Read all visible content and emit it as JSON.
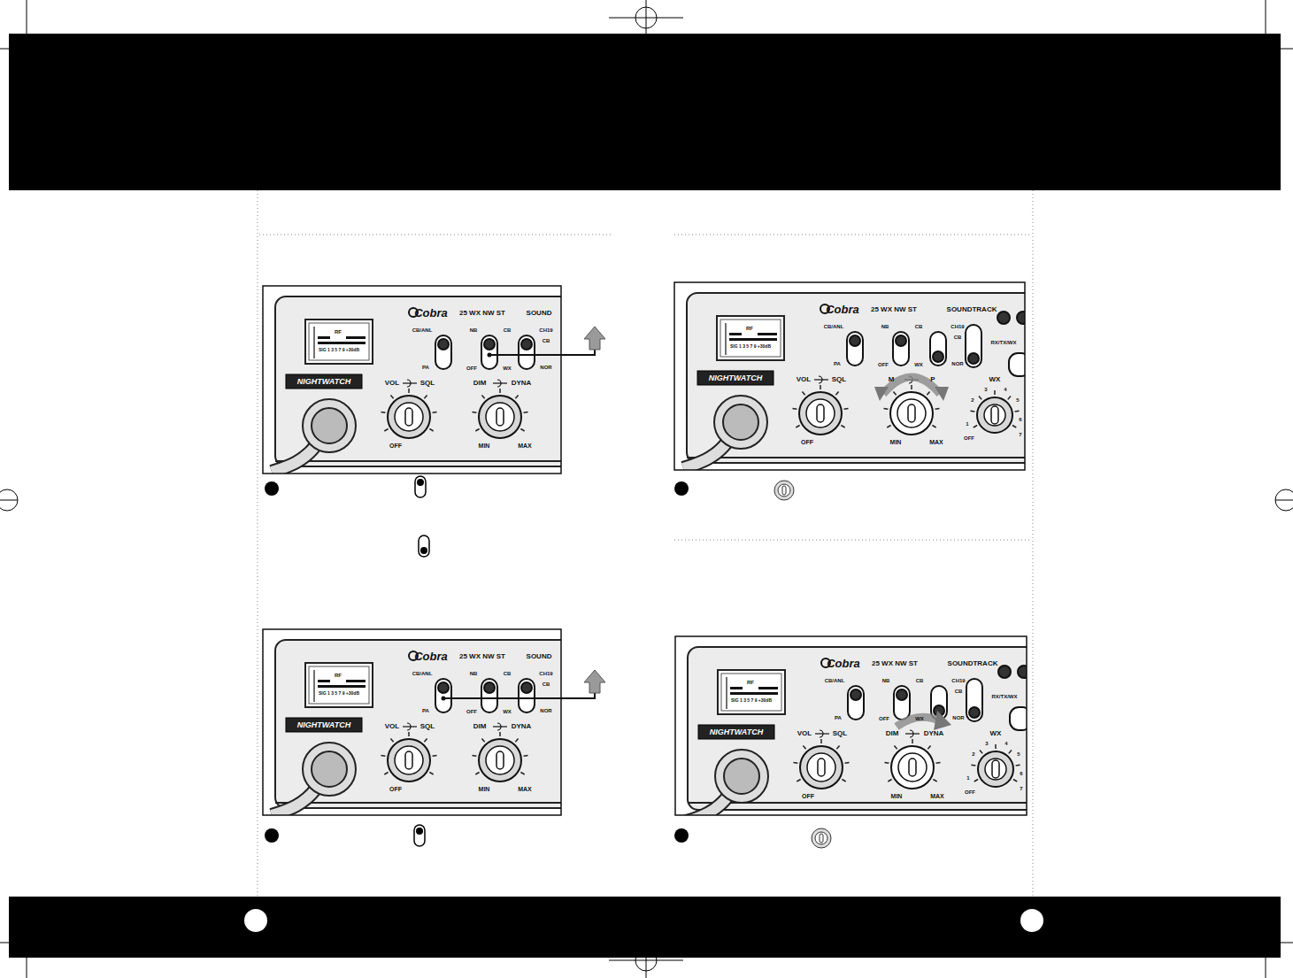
{
  "diagram": {
    "labels": [
      "Cobra",
      "25 WX NW ST",
      "SOUND",
      "RF",
      "SIG 1 3 5 7 9 +30dB",
      "CB/ANL",
      "PA",
      "NB",
      "OFF",
      "CB",
      "WX",
      "CH19",
      "CB",
      "NOR",
      "NIGHTWATCH",
      "VOL",
      "SQL",
      "OFF",
      "DIM",
      "DYNA",
      "MIN",
      "MAX",
      "Cobra",
      "25 WX NW ST",
      "SOUNDTRACK",
      "RF",
      "SIG 1 3 5 7 9 +30dB",
      "CB/ANL",
      "PA",
      "NB",
      "OFF",
      "CB",
      "WX",
      "CH19",
      "CB",
      "NOR",
      "NIGHTWATCH",
      "VOL",
      "SQL",
      "OFF",
      "M",
      "P",
      "MIN",
      "MAX",
      "RX/TX/WX",
      "WX",
      "1",
      "2",
      "3",
      "4",
      "5",
      "6",
      "7",
      "OFF",
      "Cobra",
      "25 WX NW ST",
      "SOUND",
      "RF",
      "SIG 1 3 5 7 9 +30dB",
      "CB/ANL",
      "PA",
      "NB",
      "OFF",
      "CB",
      "WX",
      "CH19",
      "CB",
      "NOR",
      "NIGHTWATCH",
      "VOL",
      "SQL",
      "OFF",
      "DIM",
      "DYNA",
      "MIN",
      "MAX",
      "Cobra",
      "25 WX NW ST",
      "SOUNDTRACK",
      "RF",
      "SIG 1 3 5 7 9 +30dB",
      "CB/ANL",
      "PA",
      "NB",
      "OFF",
      "CB",
      "WX",
      "CH19",
      "CB",
      "NOR",
      "NIGHTWATCH",
      "VOL",
      "SQL",
      "OFF",
      "DIM",
      "DYNA",
      "MIN",
      "MAX",
      "RX/TX/WX",
      "WX",
      "1",
      "2",
      "3",
      "4",
      "5",
      "6",
      "7",
      "OFF"
    ]
  }
}
